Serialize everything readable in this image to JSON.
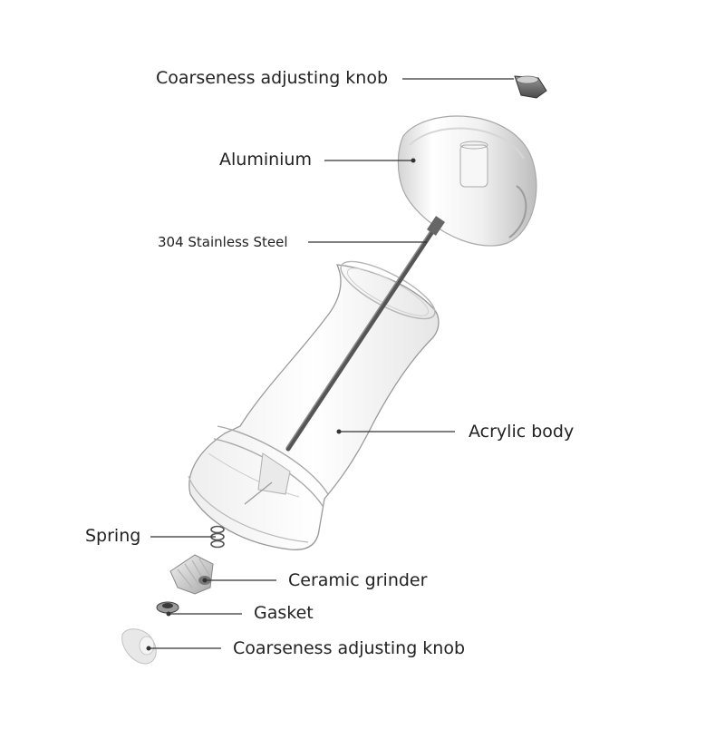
{
  "labels": {
    "top_knob": "Coarseness adjusting knob",
    "aluminium": "Aluminium",
    "steel": "304 Stainless Steel",
    "body": "Acrylic body",
    "spring": "Spring",
    "grinder": "Ceramic grinder",
    "gasket": "Gasket",
    "bottom_knob": "Coarseness adjusting knob"
  },
  "colors": {
    "line": "#333333",
    "acrylic_edge": "#9a9a9a",
    "shaft": "#555555"
  }
}
